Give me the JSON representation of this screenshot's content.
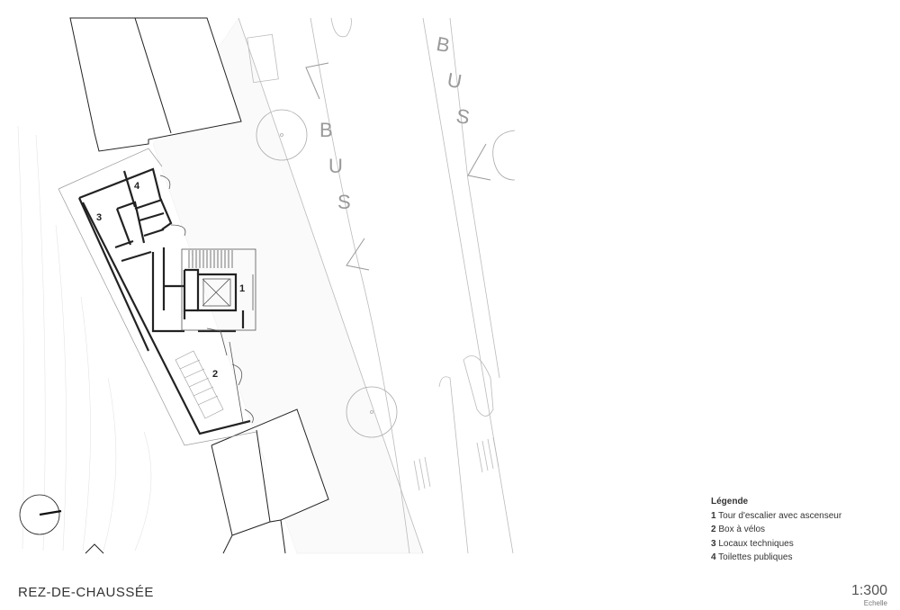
{
  "title": "REZ-DE-CHAUSSÉE",
  "scale": {
    "value": "1:300",
    "caption": "Echelle"
  },
  "legend": {
    "heading": "Légende",
    "items": [
      {
        "num": "1",
        "label": "Tour d'escalier avec ascenseur"
      },
      {
        "num": "2",
        "label": "Box à vélos"
      },
      {
        "num": "3",
        "label": "Locaux techniques"
      },
      {
        "num": "4",
        "label": "Toilettes publiques"
      }
    ]
  },
  "rooms": [
    "1",
    "2",
    "3",
    "4"
  ],
  "road_marking": {
    "letters": [
      "B",
      "U",
      "S"
    ]
  }
}
